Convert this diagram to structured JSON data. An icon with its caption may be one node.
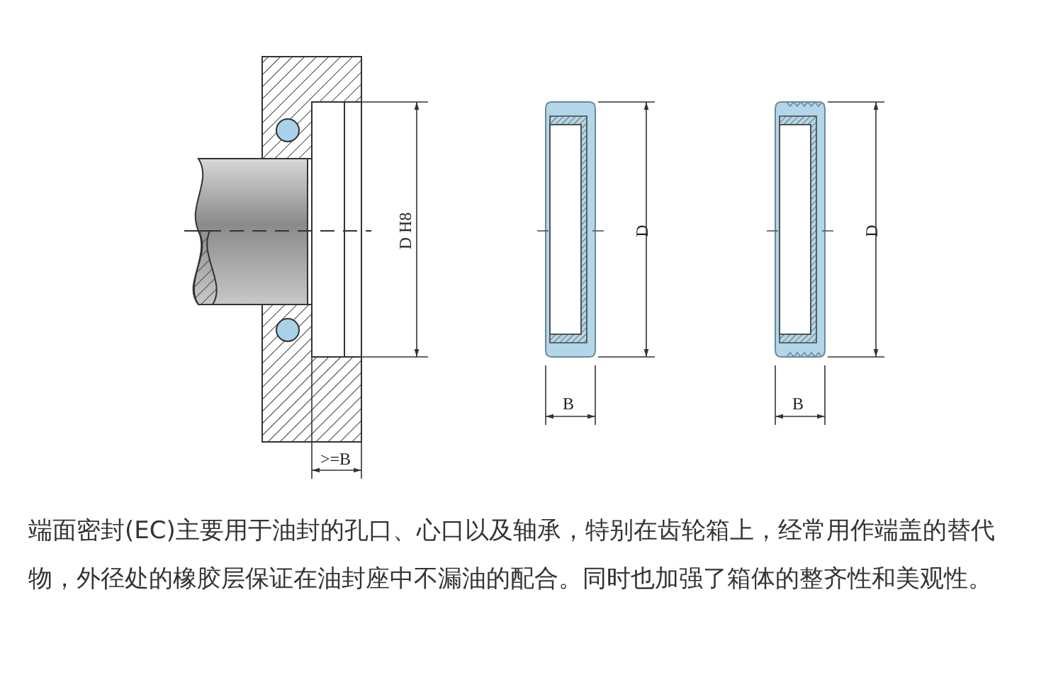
{
  "diagram": {
    "caption": "端面密封(EC)主要用于油封的孔口、心口以及轴承，特别在齿轮箱上，经常用作端盖的替代物，外径处的橡胶层保证在油封座中不漏油的配合。同时也加强了箱体的整齐性和美观性。",
    "labels": [
      "D H8",
      ">=B",
      "D",
      "B",
      "D",
      "B"
    ]
  }
}
